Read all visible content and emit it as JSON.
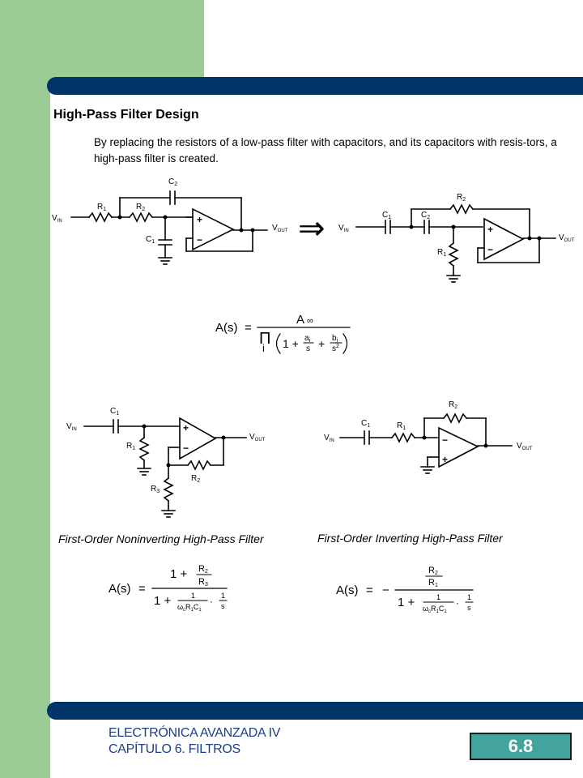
{
  "slide": {
    "title": "High-Pass Filter Design",
    "intro": "By replacing the resistors of a low-pass filter with capacitors, and its capacitors with resis-tors, a high-pass filter is created."
  },
  "labels": {
    "vin": "V",
    "vin_sub": "IN",
    "vout": "V",
    "vout_sub": "OUT",
    "r": "R",
    "c": "C",
    "n1": "1",
    "n2": "2",
    "n3": "3",
    "plus": "+",
    "minus": "−",
    "arrow": "⇒"
  },
  "formulas": {
    "general": {
      "lhs": "A(s)",
      "eq": "=",
      "numerator": "A",
      "numerator_sub": "∞",
      "product": "Π",
      "product_index": "i",
      "one_plus": "1 +",
      "plus": "+",
      "a": "a",
      "b": "b",
      "i": "i",
      "s": "s",
      "s2": "2"
    },
    "noninverting": {
      "lhs": "A(s)",
      "eq": "=",
      "num_one_plus": "1 +",
      "den_one_plus": "1 +",
      "one": "1",
      "omega": "ω",
      "c_sub": "c",
      "dot": "·",
      "s": "s"
    },
    "inverting": {
      "lhs": "A(s)",
      "eq": "=",
      "neg": "−",
      "den_one_plus": "1 +",
      "one": "1",
      "omega": "ω",
      "c_sub": "c",
      "dot": "·",
      "s": "s"
    }
  },
  "captions": {
    "noninverting": "First-Order Noninverting High-Pass Filter",
    "inverting": "First-Order Inverting High-Pass Filter"
  },
  "footer": {
    "line1": "ELECTRÓNICA AVANZADA IV",
    "line2": "CAPÍTULO 6. FILTROS",
    "page": "6.8"
  }
}
